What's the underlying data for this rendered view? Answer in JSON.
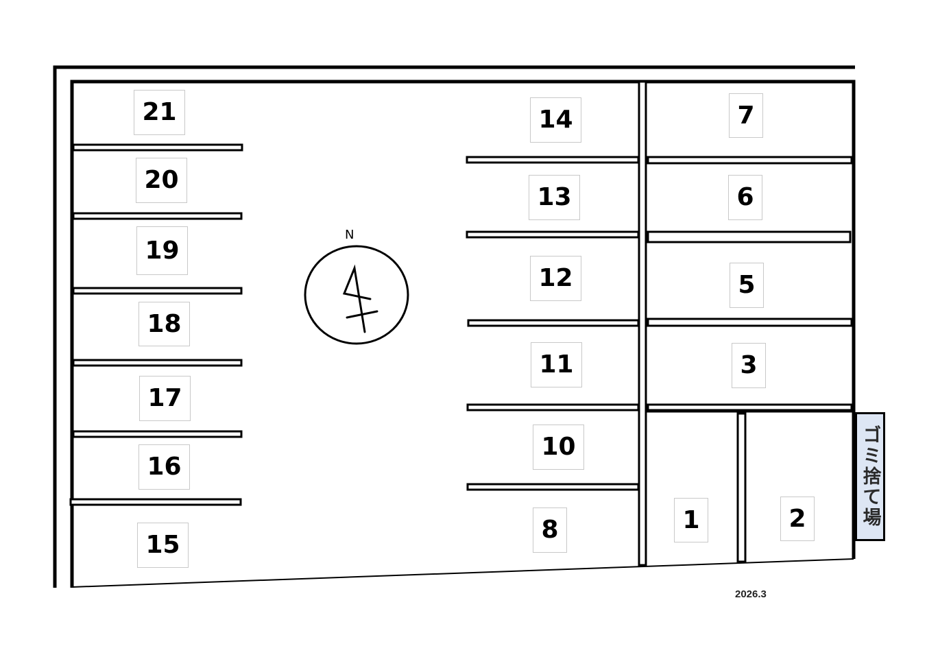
{
  "map": {
    "north_label": "N",
    "trash_area_label": "ゴミ捨て場",
    "date_label": "2026.3",
    "line_color": "#000000",
    "trash_fill": "#dde6f4"
  },
  "spaces": [
    {
      "id": "21",
      "label": "21"
    },
    {
      "id": "20",
      "label": "20"
    },
    {
      "id": "19",
      "label": "19"
    },
    {
      "id": "18",
      "label": "18"
    },
    {
      "id": "17",
      "label": "17"
    },
    {
      "id": "16",
      "label": "16"
    },
    {
      "id": "15",
      "label": "15"
    },
    {
      "id": "14",
      "label": "14"
    },
    {
      "id": "13",
      "label": "13"
    },
    {
      "id": "12",
      "label": "12"
    },
    {
      "id": "11",
      "label": "11"
    },
    {
      "id": "10",
      "label": "10"
    },
    {
      "id": "8",
      "label": "8"
    },
    {
      "id": "7",
      "label": "7"
    },
    {
      "id": "6",
      "label": "6"
    },
    {
      "id": "5",
      "label": "5"
    },
    {
      "id": "3",
      "label": "3"
    },
    {
      "id": "1",
      "label": "1"
    },
    {
      "id": "2",
      "label": "2"
    }
  ]
}
